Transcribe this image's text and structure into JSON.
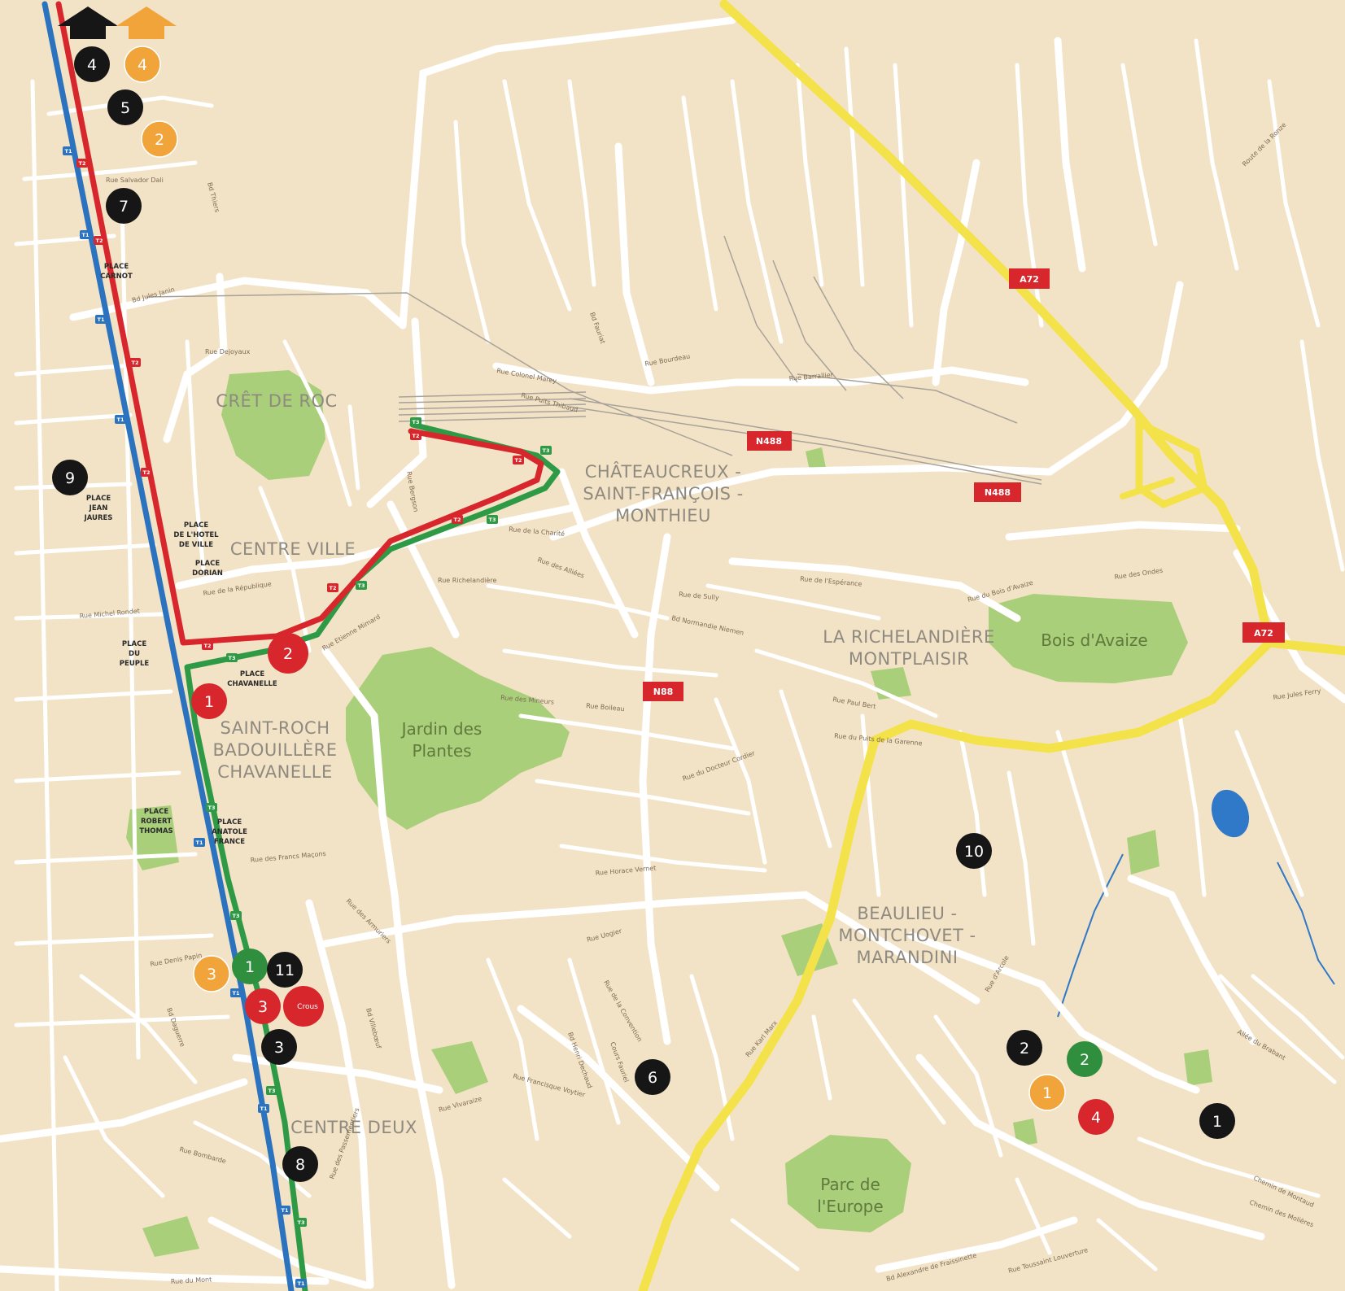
{
  "colors": {
    "land": "#f3e3c6",
    "street": "#ffffff",
    "park": "#a9cf7a",
    "motorway": "#f4e24a",
    "tram_red": "#d8262d",
    "tram_blue": "#2b73bf",
    "tram_green": "#2f9a46",
    "marker_black": "#161616",
    "marker_orange": "#f0a43a",
    "marker_red": "#d8262d",
    "marker_green": "#2f8f3f",
    "water": "#2f79c8"
  },
  "districts": [
    {
      "id": "cret-de-roc",
      "lines": [
        "CRÊT DE ROC"
      ]
    },
    {
      "id": "centre-ville",
      "lines": [
        "CENTRE VILLE"
      ]
    },
    {
      "id": "chateaucreux",
      "lines": [
        "CHÂTEAUCREUX -",
        "SAINT-FRANÇOIS -",
        "MONTHIEU"
      ]
    },
    {
      "id": "richelandiere",
      "lines": [
        "LA RICHELANDIÈRE",
        "MONTPLAISIR"
      ]
    },
    {
      "id": "saint-roch",
      "lines": [
        "SAINT-ROCH",
        "BADOUILLÈRE",
        "CHAVANELLE"
      ]
    },
    {
      "id": "beaulieu",
      "lines": [
        "BEAULIEU -",
        "MONTCHOVET -",
        "MARANDINI"
      ]
    },
    {
      "id": "centre-deux",
      "lines": [
        "CENTRE DEUX"
      ]
    }
  ],
  "parks": [
    {
      "id": "jardin-des-plantes",
      "lines": [
        "Jardin des",
        "Plantes"
      ]
    },
    {
      "id": "bois-d-avaize",
      "lines": [
        "Bois d'Avaize"
      ]
    },
    {
      "id": "parc-de-l-europe",
      "lines": [
        "Parc de",
        "l'Europe"
      ]
    }
  ],
  "places": [
    {
      "id": "place-carnot",
      "lines": [
        "PLACE",
        "CARNOT"
      ]
    },
    {
      "id": "place-jean-jaures",
      "lines": [
        "PLACE",
        "JEAN",
        "JAURES"
      ]
    },
    {
      "id": "place-hotel-de-ville",
      "lines": [
        "PLACE",
        "DE L'HOTEL",
        "DE VILLE"
      ]
    },
    {
      "id": "place-dorian",
      "lines": [
        "PLACE",
        "DORIAN"
      ]
    },
    {
      "id": "place-du-peuple",
      "lines": [
        "PLACE",
        "DU",
        "PEUPLE"
      ]
    },
    {
      "id": "place-chavanelle",
      "lines": [
        "PLACE",
        "CHAVANELLE"
      ]
    },
    {
      "id": "place-robert-thomas",
      "lines": [
        "PLACE",
        "ROBERT",
        "THOMAS"
      ]
    },
    {
      "id": "place-anatole-france",
      "lines": [
        "PLACE",
        "ANATOLE",
        "FRANCE"
      ]
    }
  ],
  "streets": [
    {
      "id": "rue-salvador-dali",
      "text": "Rue Salvador Dali"
    },
    {
      "id": "bd-thiers",
      "text": "Bd Thiers"
    },
    {
      "id": "bd-jules-janin",
      "text": "Bd Jules Janin"
    },
    {
      "id": "rue-dejoyaux",
      "text": "Rue Dejoyaux"
    },
    {
      "id": "rue-de-la-republique",
      "text": "Rue de la République"
    },
    {
      "id": "rue-michel-rondet",
      "text": "Rue Michel Rondet"
    },
    {
      "id": "rue-colonel-marey",
      "text": "Rue Colonel Marey"
    },
    {
      "id": "rue-puits-thibaud",
      "text": "Rue Puits Thibaud"
    },
    {
      "id": "rue-bergson",
      "text": "Rue Bergson"
    },
    {
      "id": "bd-fauriat",
      "text": "Bd Fauriat"
    },
    {
      "id": "rue-bourdeau",
      "text": "Rue Bourdeau"
    },
    {
      "id": "rue-barrallier",
      "text": "Rue Barrallier"
    },
    {
      "id": "rue-richelandiere",
      "text": "Rue Richelandière"
    },
    {
      "id": "rue-de-sully",
      "text": "Rue de Sully"
    },
    {
      "id": "bd-normandie-niemen",
      "text": "Bd Normandie Niemen"
    },
    {
      "id": "rue-de-l-esperance",
      "text": "Rue de l'Espérance"
    },
    {
      "id": "rue-du-bois-d-avaize",
      "text": "Rue du Bois d'Avaize"
    },
    {
      "id": "rue-des-ondes",
      "text": "Rue des Ondes"
    },
    {
      "id": "rue-paul-bert",
      "text": "Rue Paul Bert"
    },
    {
      "id": "rue-des-mineurs",
      "text": "Rue des Mineurs"
    },
    {
      "id": "rue-boileau",
      "text": "Rue Boileau"
    },
    {
      "id": "rue-des-francs-macons",
      "text": "Rue des Francs Maçons"
    },
    {
      "id": "rue-des-armuriers",
      "text": "Rue des Armuriers"
    },
    {
      "id": "rue-horace-vernet",
      "text": "Rue Horace Vernet"
    },
    {
      "id": "rue-d-arcole",
      "text": "Rue d'Arcole"
    },
    {
      "id": "rue-karl-marx",
      "text": "Rue Karl Marx"
    },
    {
      "id": "cours-fauriel",
      "text": "Cours Fauriel"
    },
    {
      "id": "bd-henri-dechaud",
      "text": "Bd Henri Dechaud"
    },
    {
      "id": "rue-vivaraize",
      "text": "Rue Vivaraize"
    },
    {
      "id": "rue-denis-papin",
      "text": "Rue Denis Papin"
    },
    {
      "id": "bd-daguerre",
      "text": "Bd Daguerre"
    },
    {
      "id": "rue-bombarde",
      "text": "Rue Bombarde"
    },
    {
      "id": "rue-du-mont",
      "text": "Rue du Mont"
    },
    {
      "id": "bd-alexandre-de-fraissinette",
      "text": "Bd Alexandre de Fraissinette"
    },
    {
      "id": "rue-toussaint-louverture",
      "text": "Rue Toussaint Louverture"
    },
    {
      "id": "rue-des-passementiers",
      "text": "Rue des Passementiers"
    },
    {
      "id": "rue-francisque-voytier",
      "text": "Rue Francisque Voytier"
    },
    {
      "id": "chemin-de-montaud",
      "text": "Chemin de Montaud"
    },
    {
      "id": "allee-du-brabant",
      "text": "Allée du Brabant"
    },
    {
      "id": "rue-jules-ferry",
      "text": "Rue Jules Ferry"
    },
    {
      "id": "rue-de-la-convention",
      "text": "Rue de la Convention"
    },
    {
      "id": "rue-de-la-charite",
      "text": "Rue de la Charité"
    },
    {
      "id": "rue-des-alliees",
      "text": "Rue des Alliées"
    },
    {
      "id": "rue-etienne-mimard",
      "text": "Rue Etienne Mimard"
    },
    {
      "id": "rue-uogier",
      "text": "Rue Uogier"
    },
    {
      "id": "bd-villebœuf",
      "text": "Bd Villebœuf"
    },
    {
      "id": "route-de-la-ronze",
      "text": "Route de la Ronze"
    },
    {
      "id": "rue-du-puits-de-la-garenne",
      "text": "Rue du Puits de la Garenne"
    },
    {
      "id": "rue-du-docteur-cordier",
      "text": "Rue du Docteur Cordier"
    },
    {
      "id": "chemin-des-molieres",
      "text": "Chemin des Molières"
    }
  ],
  "road_badges": [
    {
      "id": "a72-north",
      "text": "A72"
    },
    {
      "id": "n488-west",
      "text": "N488"
    },
    {
      "id": "n488-east",
      "text": "N488"
    },
    {
      "id": "n88",
      "text": "N88"
    },
    {
      "id": "a72-east",
      "text": "A72"
    }
  ],
  "tram_stop_badges": {
    "t1": "T1",
    "t2": "T2",
    "t3": "T3"
  },
  "markers": [
    {
      "id": "black-4",
      "label": "4",
      "color": "black"
    },
    {
      "id": "orange-4",
      "label": "4",
      "color": "orange"
    },
    {
      "id": "black-5",
      "label": "5",
      "color": "black"
    },
    {
      "id": "orange-2",
      "label": "2",
      "color": "orange"
    },
    {
      "id": "black-7",
      "label": "7",
      "color": "black"
    },
    {
      "id": "black-9",
      "label": "9",
      "color": "black"
    },
    {
      "id": "red-2",
      "label": "2",
      "color": "red"
    },
    {
      "id": "red-1",
      "label": "1",
      "color": "red"
    },
    {
      "id": "orange-3",
      "label": "3",
      "color": "orange"
    },
    {
      "id": "green-1",
      "label": "1",
      "color": "green"
    },
    {
      "id": "black-11",
      "label": "11",
      "color": "black"
    },
    {
      "id": "red-3",
      "label": "3",
      "color": "red"
    },
    {
      "id": "red-crous",
      "label": "Crous",
      "color": "red"
    },
    {
      "id": "black-3",
      "label": "3",
      "color": "black"
    },
    {
      "id": "black-8",
      "label": "8",
      "color": "black"
    },
    {
      "id": "black-6",
      "label": "6",
      "color": "black"
    },
    {
      "id": "black-10",
      "label": "10",
      "color": "black"
    },
    {
      "id": "black-2",
      "label": "2",
      "color": "black"
    },
    {
      "id": "green-2",
      "label": "2",
      "color": "green"
    },
    {
      "id": "orange-1",
      "label": "1",
      "color": "orange"
    },
    {
      "id": "red-4",
      "label": "4",
      "color": "red"
    },
    {
      "id": "black-1",
      "label": "1",
      "color": "black"
    }
  ],
  "direction_arrows": [
    {
      "id": "arrow-north-black",
      "color": "black",
      "icon": "arrow-up-icon"
    },
    {
      "id": "arrow-north-orange",
      "color": "orange",
      "icon": "arrow-up-icon"
    }
  ]
}
